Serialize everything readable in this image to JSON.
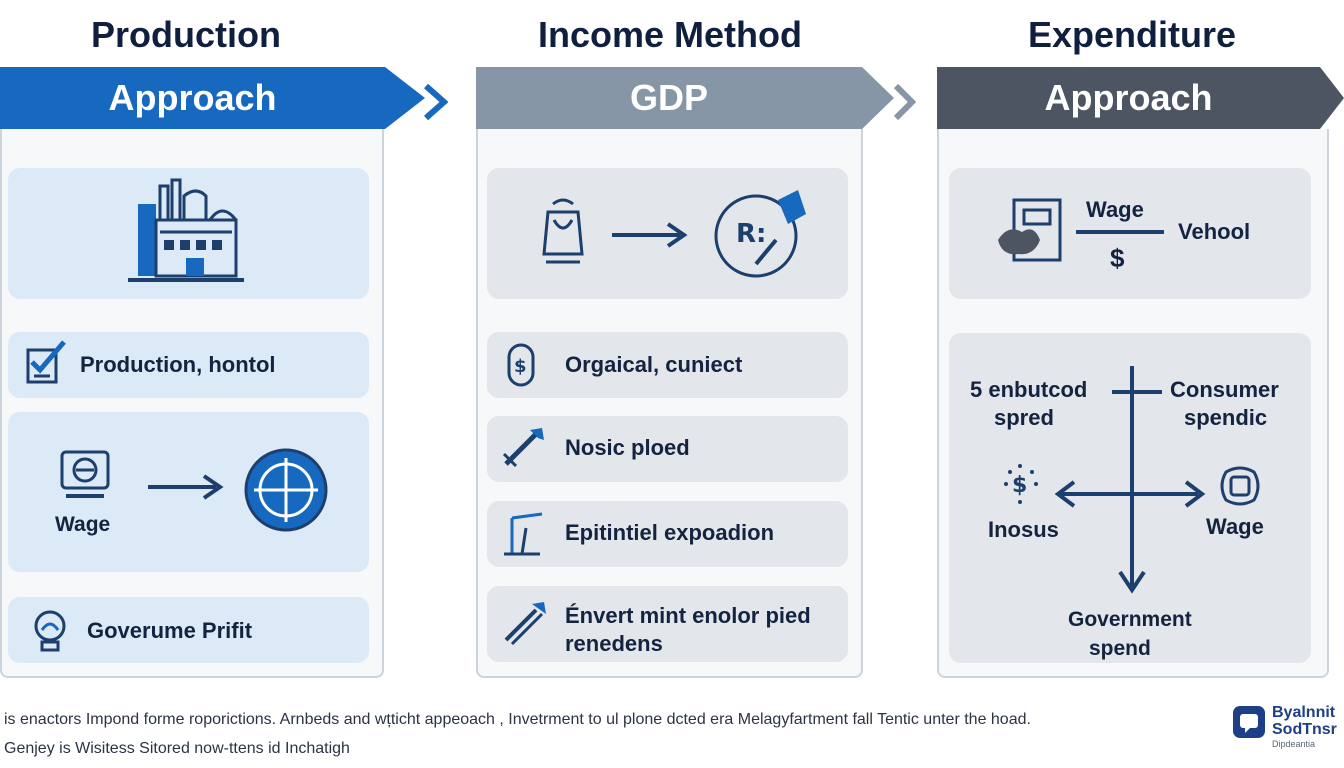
{
  "columns": {
    "production": {
      "title": "Production",
      "banner": "Approach",
      "items": [
        "Production, hontol",
        "Wage",
        "Goverume Prifit"
      ]
    },
    "income": {
      "title": "Income Method",
      "banner": "GDP",
      "items": [
        "Orgaical, cuniect",
        "Nosic ploed",
        "Epitintiel expoadion",
        "Énvert mint enolor pied",
        "renedens"
      ]
    },
    "expenditure": {
      "title": "Expenditure",
      "banner": "Approach",
      "top_card": {
        "fraction_top": "Wage",
        "fraction_bottom": "$",
        "side_label": "Vehool"
      },
      "quad": {
        "top_left_1": "5 enbutcod",
        "top_left_2": "spred",
        "top_right_1": "Consumer",
        "top_right_2": "spendic",
        "left_label": "Inosus",
        "right_label": "Wage",
        "bottom_1": "Government",
        "bottom_2": "spend"
      }
    }
  },
  "footer": {
    "line1": "is enactors Impond forme roporictions. Arnbeds and wțticht appeoach , Invetrment to ul plone dcted era Melagyfartment fall Tentic unter the hoad.",
    "line2": "Genjey is Wisitess Sitored now-ttens id Inchatigh"
  },
  "brand": {
    "line1": "Byalnnit",
    "line2": "SodTnsr",
    "line3": "Dipdeantia"
  },
  "colors": {
    "blue": "#1769c0",
    "gray": "#8696a6",
    "dark": "#4d5563",
    "navy": "#1d3f6e"
  },
  "icons": [
    "factory-icon",
    "checklist-icon",
    "monitor-icon",
    "target-icon",
    "bulb-icon",
    "lantern-icon",
    "wallet-icon",
    "dollar-coin-icon",
    "wrench-icon",
    "crane-icon",
    "tools-icon",
    "document-icon",
    "dollar-icon",
    "box-icon"
  ]
}
